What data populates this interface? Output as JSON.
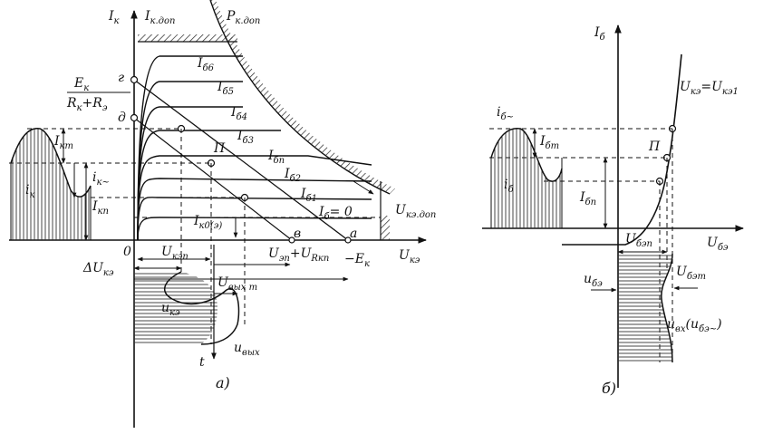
{
  "figure_a": {
    "axis_y": "I",
    "axis_y_sub": "к",
    "axis_x": "U",
    "axis_x_sub": "кэ",
    "origin": "0",
    "ik_dop": "I",
    "ik_dop_sub": "к.доп",
    "pk_dop": "P",
    "pk_dop_sub": "к.доп",
    "frac_num": "E",
    "frac_num_sub": "к",
    "frac_den_a": "R",
    "frac_den_a_sub": "к",
    "frac_den_plus": "+R",
    "frac_den_b_sub": "э",
    "point_g": "г",
    "point_d": "д",
    "point_p": "П",
    "point_v": "в",
    "point_a": "а",
    "ib6": "б6",
    "ib5": "б5",
    "ib4": "б4",
    "ib3": "б3",
    "ibp": "бп",
    "ib2": "б2",
    "ib1": "б1",
    "ib0": "б",
    "ib0_eq": "= 0",
    "ikm": "I",
    "ikm_sub": "кm",
    "ik_tilde": "i",
    "ik_tilde_sub": "к~",
    "ikp": "I",
    "ikp_sub": "кп",
    "ik_wave": "i",
    "ik_wave_sub": "к",
    "ik0": "I",
    "ik0_sub": "к0(э)",
    "uke_dop": "U",
    "uke_dop_sub": "кэ.доп",
    "ukep": "U",
    "ukep_sub": "кэп",
    "uep": "U",
    "uep_sub": "эп",
    "uep_plus": "+U",
    "urkp_sub": "Rкп",
    "ek": "−E",
    "ek_sub": "к",
    "delta_uke": "ΔU",
    "delta_uke_sub": "кэ",
    "uvyxm": "U",
    "uvyxm_sub": "вых m",
    "uke_wave": "u",
    "uke_wave_sub": "кэ",
    "t": "t",
    "uvyx": "u",
    "uvyx_sub": "вых",
    "caption": "а)"
  },
  "figure_b": {
    "axis_y": "I",
    "axis_y_sub": "б",
    "axis_x": "U",
    "axis_x_sub": "бэ",
    "curve_label": "U",
    "curve_label_sub": "кэ",
    "curve_label_eq": "=U",
    "curve_label_sub2": "кэ1",
    "ib_tilde": "i",
    "ib_tilde_sub": "б~",
    "ibm": "I",
    "ibm_sub": "бт",
    "ib_wave": "i",
    "ib_wave_sub": "б",
    "ibp": "I",
    "ibp_sub": "бп",
    "point_p": "П",
    "ubep": "U",
    "ubep_sub": "бэп",
    "ube_wave": "u",
    "ube_wave_sub": "бэ",
    "ubem": "U",
    "ubem_sub": "бэт",
    "uvx": "u",
    "uvx_sub": "вх",
    "uvx_paren": "(u",
    "uvx_paren_sub": "бэ~",
    "uvx_close": ")",
    "caption": "б)"
  }
}
